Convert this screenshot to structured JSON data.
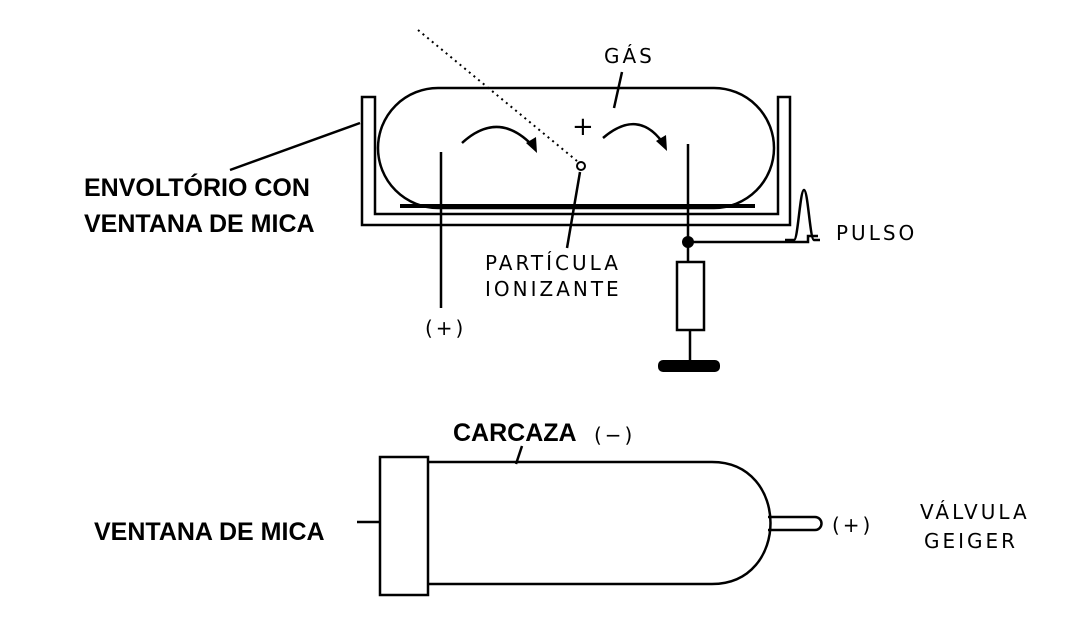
{
  "top": {
    "gas": "GÁS",
    "plus_sign": "+",
    "envelope_line1": "ENVOLTÓRIO CON",
    "envelope_line2": "VENTANA DE MICA",
    "particle_line1": "PARTÍCULA",
    "particle_line2": "IONIZANTE",
    "pulse": "PULSO",
    "positive_terminal": "(+)"
  },
  "bottom": {
    "casing": "CARCAZA",
    "casing_polarity": "(−)",
    "mica_window": "VENTANA DE MICA",
    "positive_terminal": "(+)",
    "title_line1": "VÁLVULA",
    "title_line2": "GEIGER"
  }
}
